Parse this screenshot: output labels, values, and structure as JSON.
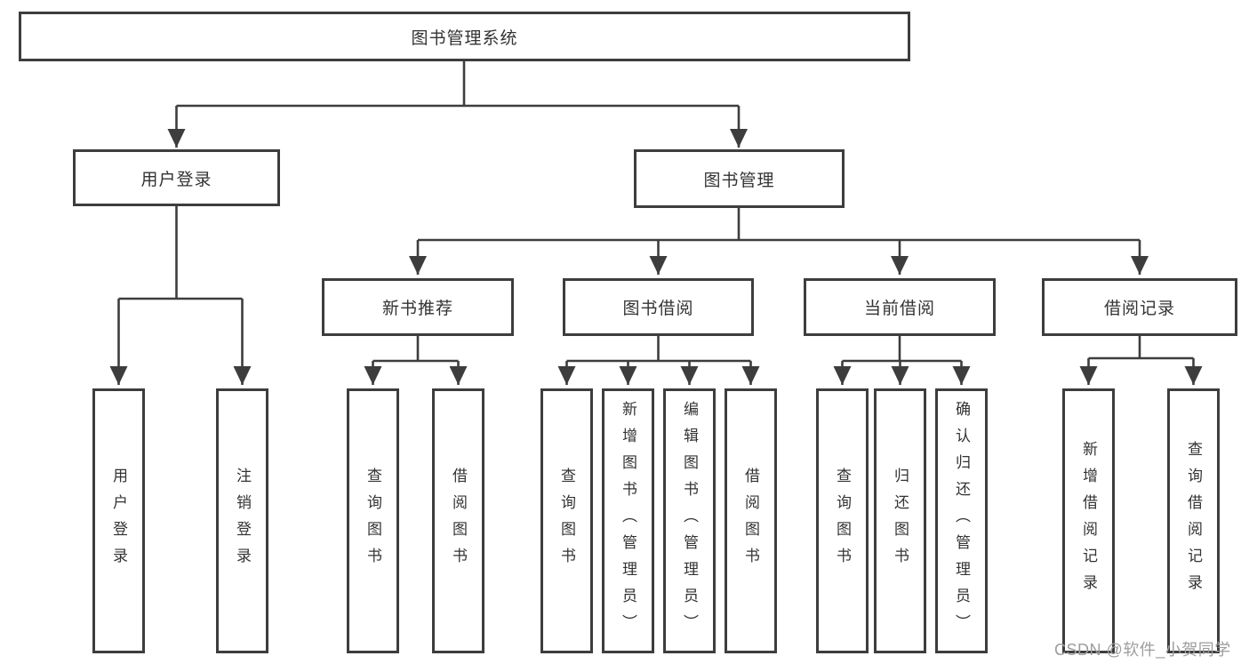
{
  "colors": {
    "line": "#3d3d3d",
    "text": "#333333",
    "watermark": "#9d9d9d",
    "background": "#ffffff"
  },
  "tree": {
    "label": "图书管理系统",
    "children": [
      {
        "label": "用户登录",
        "children": [
          {
            "label": "用户登录"
          },
          {
            "label": "注销登录"
          }
        ]
      },
      {
        "label": "图书管理",
        "children": [
          {
            "label": "新书推荐",
            "children": [
              {
                "label": "查询图书"
              },
              {
                "label": "借阅图书"
              }
            ]
          },
          {
            "label": "图书借阅",
            "children": [
              {
                "label": "查询图书"
              },
              {
                "label": "新增图书（管理员）"
              },
              {
                "label": "编辑图书（管理员）"
              },
              {
                "label": "借阅图书"
              }
            ]
          },
          {
            "label": "当前借阅",
            "children": [
              {
                "label": "查询图书"
              },
              {
                "label": "归还图书"
              },
              {
                "label": "确认归还（管理员）"
              }
            ]
          },
          {
            "label": "借阅记录",
            "children": [
              {
                "label": "新增借阅记录"
              },
              {
                "label": "查询借阅记录"
              }
            ]
          }
        ]
      }
    ]
  },
  "watermark": {
    "text": "CSDN @软件_小贺同学"
  }
}
